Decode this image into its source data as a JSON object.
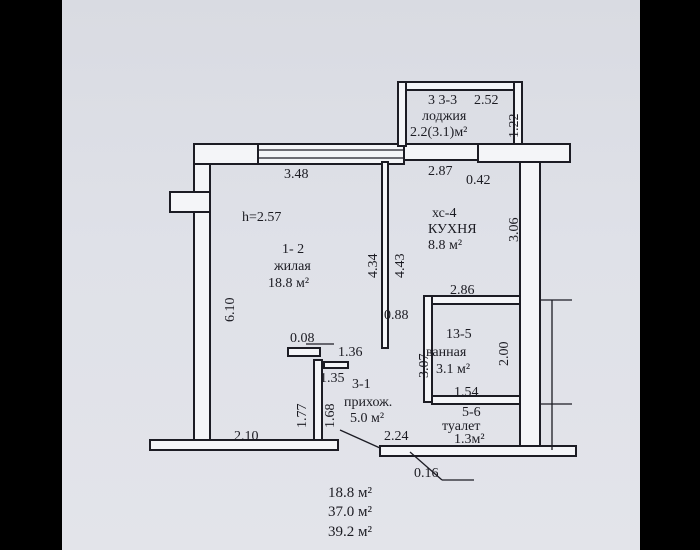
{
  "plan": {
    "ceiling_height": "h=2.57",
    "rooms": {
      "living": {
        "number": "1- 2",
        "name": "жилая",
        "area": "18.8 м²"
      },
      "kitchen": {
        "number": "хс-4",
        "name": "КУХНЯ",
        "area": "8.8 м²"
      },
      "loggia": {
        "number": "3  3-3",
        "name": "лоджия",
        "area": "2.2(3.1)м²"
      },
      "bathroom": {
        "number": "13-5",
        "name": "ванная",
        "area": "3.1 м²"
      },
      "hallway": {
        "number": "3-1",
        "name": "прихож.",
        "area": "5.0 м²"
      },
      "toilet": {
        "number": "5-6",
        "name": "туалет",
        "area": "1.3м²"
      }
    },
    "dimensions": {
      "living_width": "3.48",
      "living_height": "6.10",
      "wall_a": "4.34",
      "wall_b": "4.43",
      "loggia_width": "2.52",
      "loggia_depth": "1.22",
      "kitchen_width": "2.87",
      "kitchen_offset": "0.42",
      "kitchen_height": "3.06",
      "bath_width": "2.86",
      "bath_offset": "0.88",
      "bath_height": "2.00",
      "small_gap": "0.08",
      "hall_width_a": "1.36",
      "hall_width_b": "1.35",
      "hall_height": "3.07",
      "toilet_width": "1.54",
      "door_a": "1.77",
      "door_b": "1.68",
      "bottom_left": "2.10",
      "bottom_mid": "2.24",
      "bottom_gap": "0.16"
    },
    "totals": [
      "18.8 м²",
      "37.0 м²",
      "39.2 м²"
    ]
  }
}
